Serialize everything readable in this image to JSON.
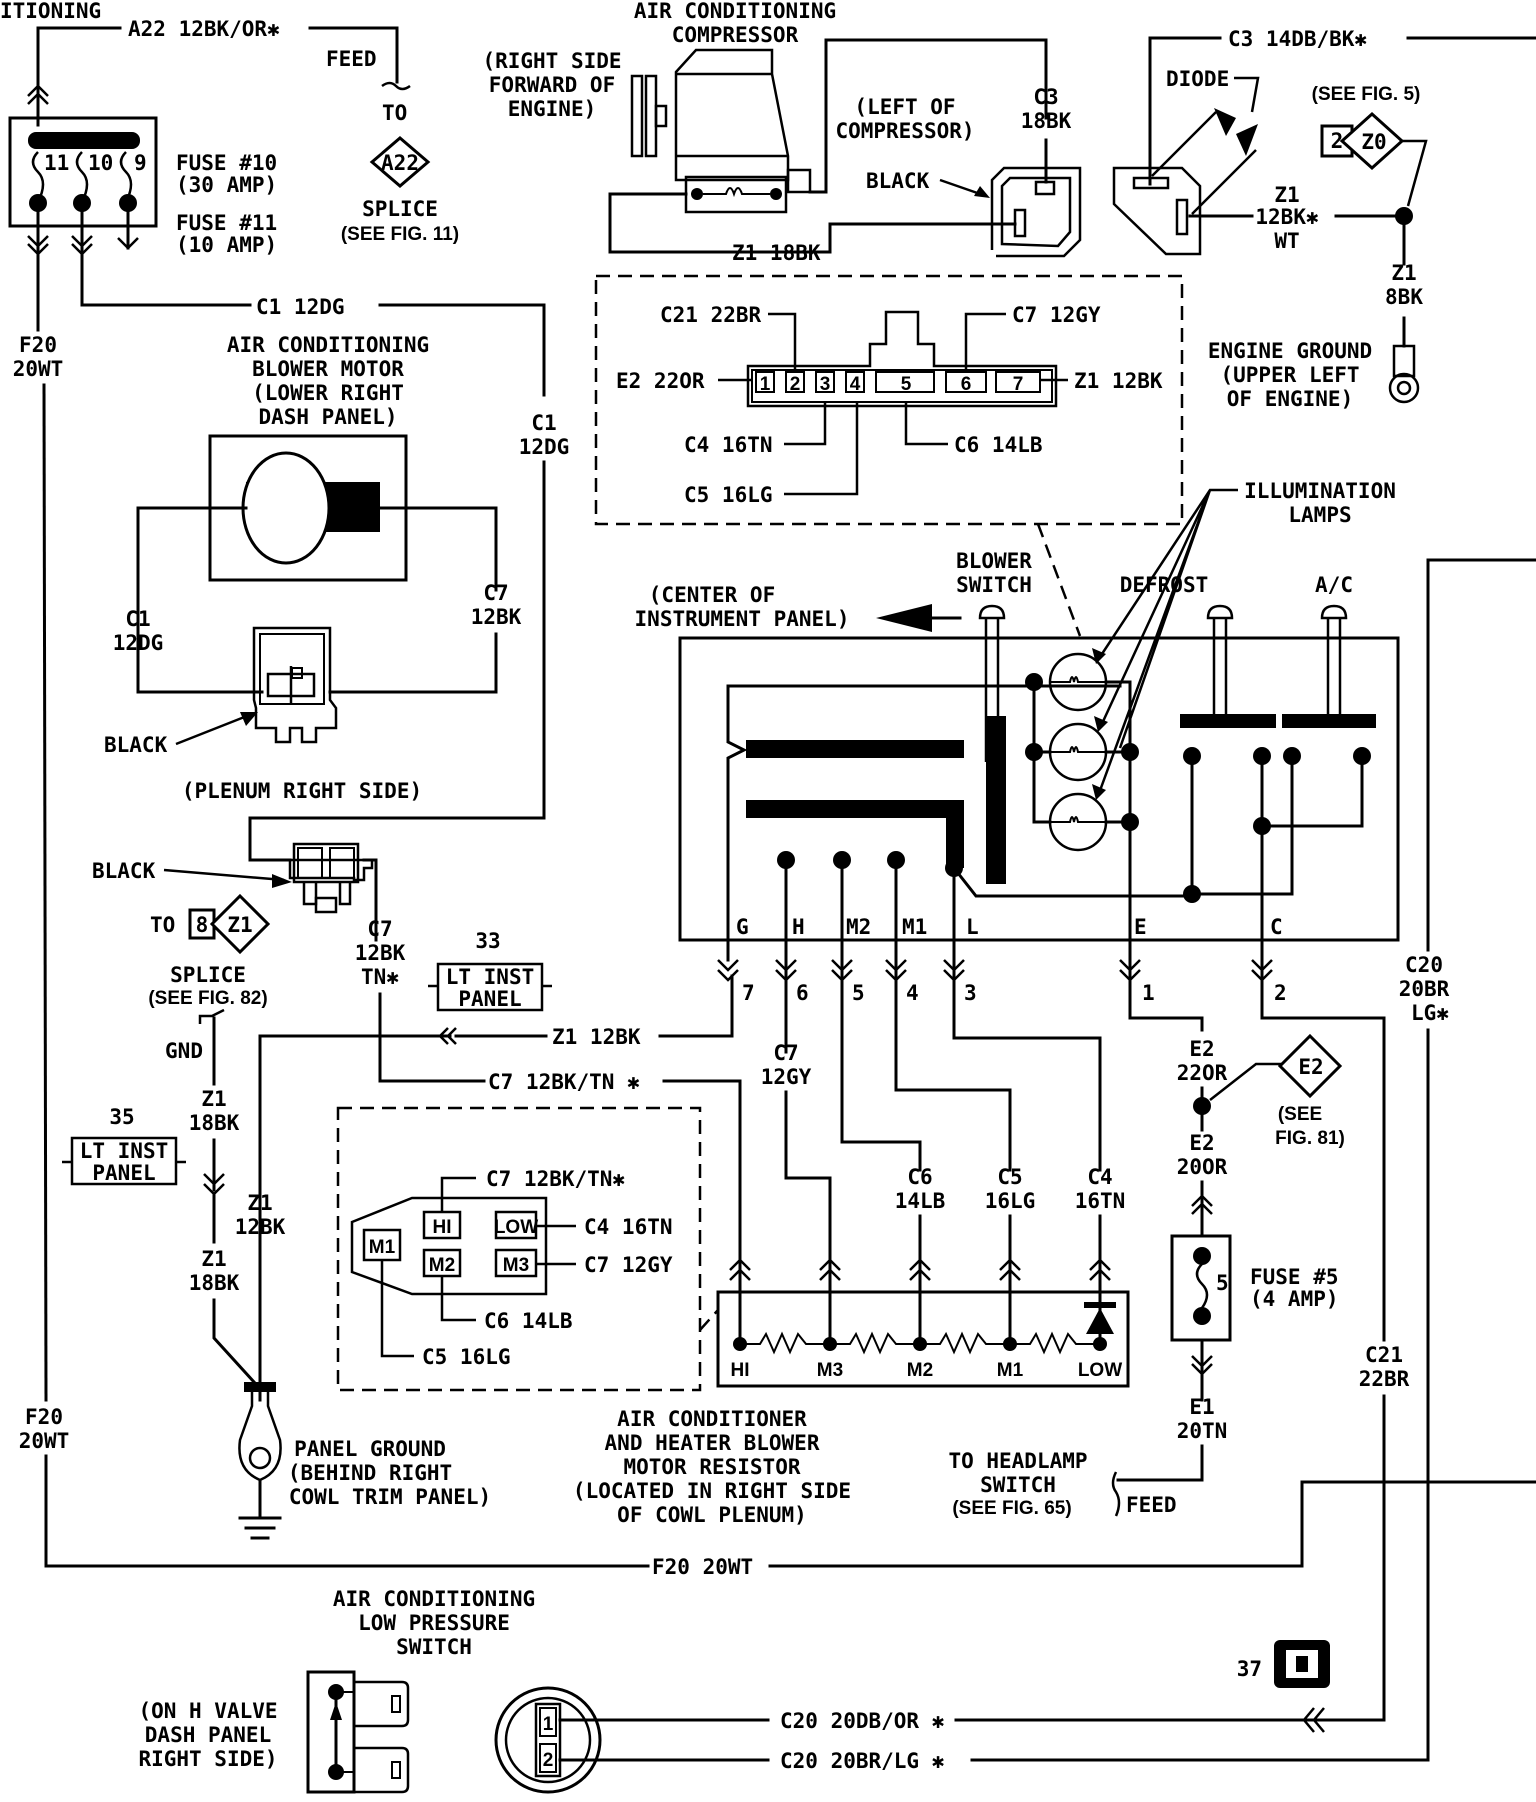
{
  "diagram": {
    "type": "automotive wiring schematic",
    "colors": {
      "ink": "#000000",
      "paper": "#ffffff"
    }
  },
  "fuse_block": {
    "fuses": [
      "11",
      "10",
      "9"
    ],
    "fuse10_label": "FUSE #10",
    "fuse10_rating": "(30 AMP)",
    "fuse11_label": "FUSE #11",
    "fuse11_rating": "(10 AMP)"
  },
  "feed_top": {
    "wire": "A22 12BK/OR✱",
    "feed": "FEED",
    "to": "TO",
    "splice_id": "A22",
    "splice": "SPLICE",
    "see": "(SEE FIG. 11)"
  },
  "compressor": {
    "title1": "AIR CONDITIONING",
    "title2": "COMPRESSOR",
    "loc1": "(RIGHT SIDE",
    "loc2": "FORWARD OF",
    "loc3": "ENGINE)",
    "left1": "(LEFT OF",
    "left2": "COMPRESSOR)",
    "c3_1": "C3",
    "c3_2": "18BK",
    "black": "BLACK",
    "z1": "Z1 18BK"
  },
  "diode_area": {
    "c3_wire": "C3 14DB/BK✱",
    "diode": "DIODE",
    "see": "(SEE FIG. 5)",
    "z0_num": "2",
    "z0_id": "Z0",
    "z1_a": "Z1",
    "z1_b": "12BK✱",
    "z1_c": "WT",
    "z1_8_a": "Z1",
    "z1_8_b": "8BK",
    "ground1": "ENGINE GROUND",
    "ground2": "(UPPER LEFT",
    "ground3": "OF ENGINE)"
  },
  "switch_connector": {
    "pins": [
      "1",
      "2",
      "3",
      "4",
      "5",
      "6",
      "7"
    ],
    "c21": "C21 22BR",
    "c7": "C7 12GY",
    "e2": "E2 22OR",
    "z1": "Z1 12BK",
    "c4": "C4 16TN",
    "c6": "C6 14LB",
    "c5": "C5 16LG"
  },
  "blower_motor": {
    "title1": "AIR CONDITIONING",
    "title2": "BLOWER MOTOR",
    "title3": "(LOWER RIGHT",
    "title4": "DASH PANEL)",
    "c1_top": "C1 12DG",
    "c1_right_a": "C1",
    "c1_right_b": "12DG",
    "c1_left_a": "C1",
    "c1_left_b": "12DG",
    "c7_a": "C7",
    "c7_b": "12BK",
    "black": "BLACK",
    "plenum": "(PLENUM RIGHT SIDE)"
  },
  "left_wires": {
    "f20_a": "F20",
    "f20_b": "20WT",
    "f20_c": "F20",
    "f20_d": "20WT",
    "f20_bottom": "F20 20WT"
  },
  "mid_left": {
    "black": "BLACK",
    "to": "TO",
    "splice_num": "8",
    "splice_id": "Z1",
    "splice": "SPLICE",
    "see": "(SEE FIG. 82)",
    "c7_a": "C7",
    "c7_b": "12BK",
    "c7_c": "TN✱",
    "lt33_num": "33",
    "lt33_a": "LT INST",
    "lt33_b": "PANEL",
    "lt35_num": "35",
    "lt35_a": "LT INST",
    "lt35_b": "PANEL",
    "gnd": "GND",
    "z1_18_a": "Z1",
    "z1_18_b": "18BK",
    "z1_12_a": "Z1",
    "z1_12_b": "12BK",
    "z1_18c_a": "Z1",
    "z1_18c_b": "18BK",
    "z1_wire": "Z1 12BK",
    "c7_wire": "C7 12BK/TN ✱",
    "panel_ground1": "PANEL GROUND",
    "panel_ground2": "(BEHIND RIGHT",
    "panel_ground3": "COWL TRIM PANEL)"
  },
  "resistor_connector": {
    "pins": [
      "HI",
      "LOW",
      "M1",
      "M2",
      "M3"
    ],
    "c7_top": "C7 12BK/TN✱",
    "c4": "C4 16TN",
    "c7_gy": "C7 12GY",
    "c6": "C6 14LB",
    "c5": "C5 16LG"
  },
  "control_panel": {
    "center1": "(CENTER OF",
    "center2": "INSTRUMENT PANEL)",
    "blower1": "BLOWER",
    "blower2": "SWITCH",
    "defrost": "DEFROST",
    "ac": "A/C",
    "illum1": "ILLUMINATION",
    "illum2": "LAMPS",
    "terminals": [
      "G",
      "H",
      "M2",
      "M1",
      "L",
      "E",
      "C"
    ],
    "cavities": [
      "7",
      "6",
      "5",
      "4",
      "3",
      "1",
      "2"
    ]
  },
  "resistor": {
    "taps": [
      "HI",
      "M3",
      "M2",
      "M1",
      "LOW"
    ],
    "c7_a": "C7",
    "c7_b": "12GY",
    "c6_a": "C6",
    "c6_b": "14LB",
    "c5_a": "C5",
    "c5_b": "16LG",
    "c4_a": "C4",
    "c4_b": "16TN",
    "title1": "AIR CONDITIONER",
    "title2": "AND HEATER BLOWER",
    "title3": "MOTOR RESISTOR",
    "title4": "(LOCATED IN RIGHT SIDE",
    "title5": "OF COWL PLENUM)"
  },
  "fuse5": {
    "e2a_1": "E2",
    "e2a_2": "22OR",
    "e2_id": "E2",
    "see1": "(SEE",
    "see2": "FIG. 81)",
    "e2b_1": "E2",
    "e2b_2": "20OR",
    "num": "5",
    "label": "FUSE #5",
    "rating": "(4 AMP)",
    "e1_1": "E1",
    "e1_2": "20TN",
    "head1": "TO HEADLAMP",
    "head2": "SWITCH",
    "head3": "(SEE FIG. 65)",
    "feed": "FEED"
  },
  "right_wires": {
    "c20_a": "C20",
    "c20_b": "20BR",
    "c20_c": "LG✱",
    "c21_a": "C21",
    "c21_b": "22BR"
  },
  "low_pressure": {
    "title1": "AIR CONDITIONING",
    "title2": "LOW PRESSURE",
    "title3": "SWITCH",
    "loc1": "(ON H VALVE",
    "loc2": "DASH PANEL",
    "loc3": "RIGHT SIDE)",
    "pins": [
      "1",
      "2"
    ],
    "wire1": "C20 20DB/OR ✱",
    "wire2": "C20 20BR/LG ✱",
    "conn_num": "37"
  }
}
